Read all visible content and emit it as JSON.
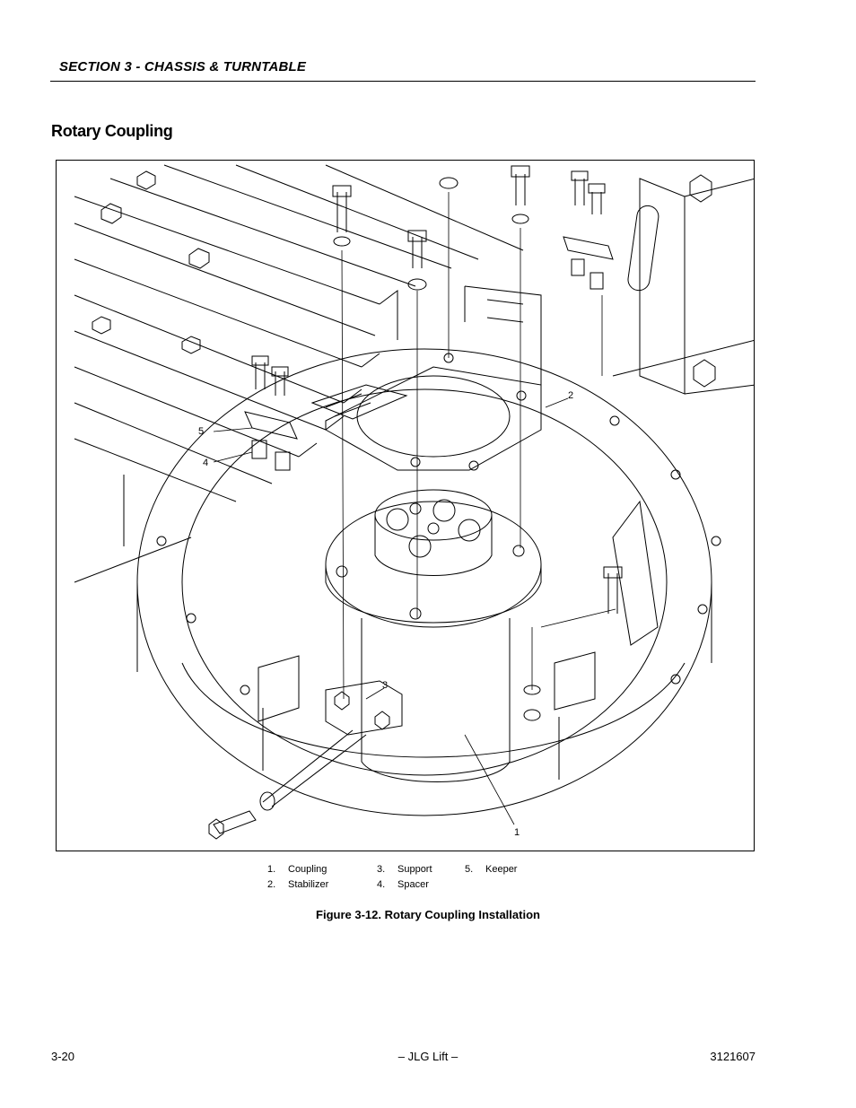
{
  "header": {
    "section_title": "SECTION 3 - CHASSIS & TURNTABLE"
  },
  "heading": "Rotary Coupling",
  "figure": {
    "callouts": [
      "1",
      "2",
      "3",
      "4",
      "5"
    ],
    "legend": [
      {
        "num": "1.",
        "label": "Coupling"
      },
      {
        "num": "2.",
        "label": "Stabilizer"
      },
      {
        "num": "3.",
        "label": "Support"
      },
      {
        "num": "4.",
        "label": "Spacer"
      },
      {
        "num": "5.",
        "label": "Keeper"
      }
    ],
    "caption": "Figure 3-12.  Rotary Coupling Installation"
  },
  "footer": {
    "page_number": "3-20",
    "center": "– JLG Lift –",
    "doc_number": "3121607"
  }
}
